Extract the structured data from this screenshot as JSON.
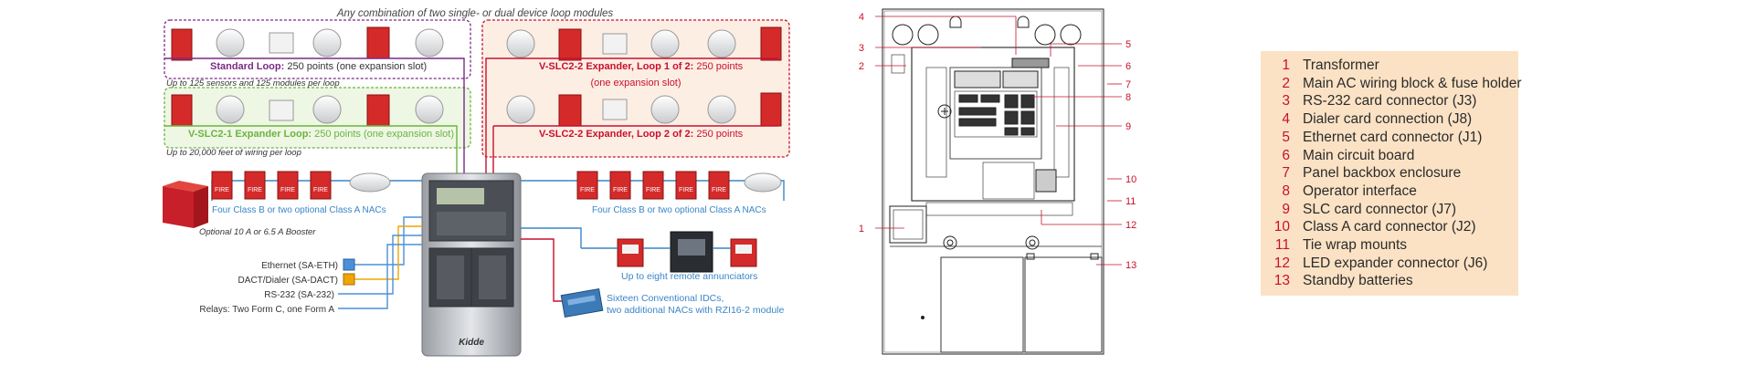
{
  "diagram": {
    "header": "Any combination of two single- or dual device loop modules",
    "loops": {
      "standard": {
        "title": "Standard Loop:",
        "detail": " 250 points (one expansion slot)",
        "note": "Up to 125 sensors and 125 modules per loop"
      },
      "expander1": {
        "title": "V-SLC2-1 Expander Loop:",
        "detail": " 250 points (one expansion slot)",
        "note": "Up to 20,000 feet of wiring per loop"
      },
      "expander2_loop1": {
        "title": "V-SLC2-2 Expander, Loop 1 of 2:",
        "detail": " 250 points",
        "sub": "(one expansion slot)"
      },
      "expander2_loop2": {
        "title": "V-SLC2-2 Expander, Loop 2 of 2:",
        "detail": " 250 points"
      }
    },
    "nacs_left": "Four Class B or two optional Class A NACs",
    "nacs_right": "Four Class B or two optional Class A NACs",
    "booster": "Optional 10 A or 6.5 A Booster",
    "fire_label": "FIRE",
    "connections": {
      "ethernet": "Ethernet (SA-ETH)",
      "dialer": "DACT/Dialer (SA-DACT)",
      "rs232": "RS-232 (SA-232)",
      "relays": "Relays: Two Form C, one Form A"
    },
    "annunciators": "Up to eight remote annunciators",
    "idc_line1": "Sixteen Conventional IDCs,",
    "idc_line2": "two additional NACs with RZI16-2 module",
    "brand": "Kidde"
  },
  "enclosure_callouts": [
    "4",
    "3",
    "2",
    "1",
    "5",
    "6",
    "7",
    "8",
    "9",
    "10",
    "11",
    "12",
    "13"
  ],
  "legend": {
    "items": [
      {
        "num": "1",
        "label": "Transformer"
      },
      {
        "num": "2",
        "label": "Main AC wiring block & fuse holder"
      },
      {
        "num": "3",
        "label": "RS-232 card connector (J3)"
      },
      {
        "num": "4",
        "label": "Dialer card connection (J8)"
      },
      {
        "num": "5",
        "label": "Ethernet card connector (J1)"
      },
      {
        "num": "6",
        "label": "Main circuit board"
      },
      {
        "num": "7",
        "label": "Panel backbox enclosure"
      },
      {
        "num": "8",
        "label": "Operator interface"
      },
      {
        "num": "9",
        "label": "SLC card connector (J7)"
      },
      {
        "num": "10",
        "label": "Class A card connector (J2)"
      },
      {
        "num": "11",
        "label": "Tie wrap mounts"
      },
      {
        "num": "12",
        "label": "LED expander connector (J6)"
      },
      {
        "num": "13",
        "label": "Standby batteries"
      }
    ]
  },
  "colors": {
    "standard": "#7b2a86",
    "expander1": "#6cb33f",
    "expander2": "#c8102e",
    "nac": "#3a86c8",
    "ethernet": "#4a90d9",
    "dialer": "#f0a500",
    "legend_bg": "#fbe2c5",
    "accent_red": "#c8102e"
  }
}
